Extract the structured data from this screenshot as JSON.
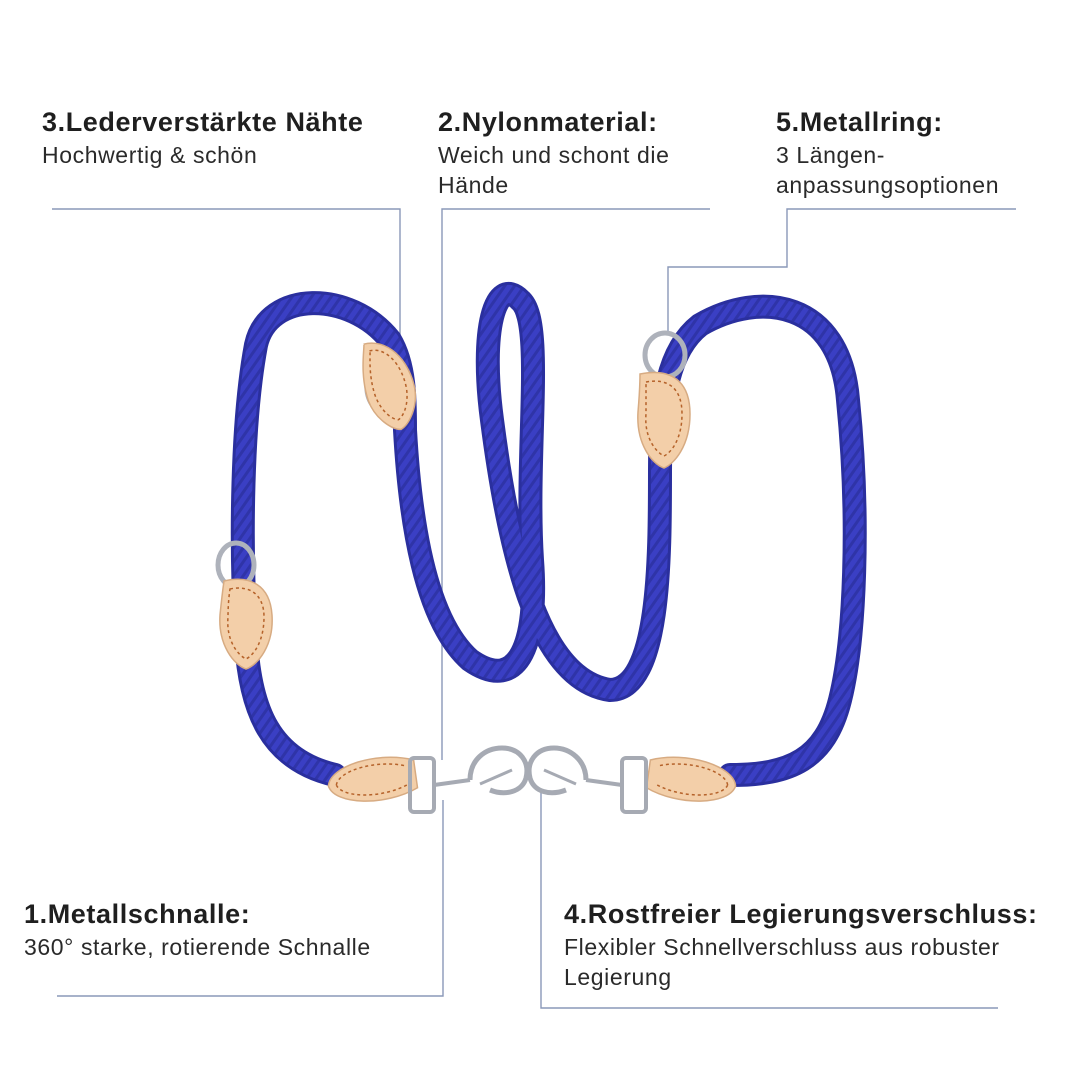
{
  "callouts": {
    "leather": {
      "title": "3.Lederverstärkte Nähte",
      "desc": "Hochwertig & schön"
    },
    "nylon": {
      "title": "2.Nylonmaterial:",
      "desc": "Weich und schont die Hände"
    },
    "ring": {
      "title": "5.Metallring:",
      "desc": "3 Längen-anpassungsoptionen"
    },
    "buckle": {
      "title": "1.Metallschnalle:",
      "desc": "360° starke, rotierende Schnalle"
    },
    "clasp": {
      "title": "4.Rostfreier Legierungsverschluss:",
      "desc": "Flexibler Schnellverschluss aus robuster Legierung"
    }
  },
  "colors": {
    "rope": "#3a3fc4",
    "rope_dark": "#2a2f9e",
    "leather": "#f3cfa9",
    "stitch": "#b5622a",
    "metal": "#b9bcc4",
    "leader_line": "#8a98b8"
  },
  "icons": [
    "metal-ring-icon",
    "snap-hook-icon",
    "swivel-buckle-icon",
    "leather-patch-icon"
  ]
}
